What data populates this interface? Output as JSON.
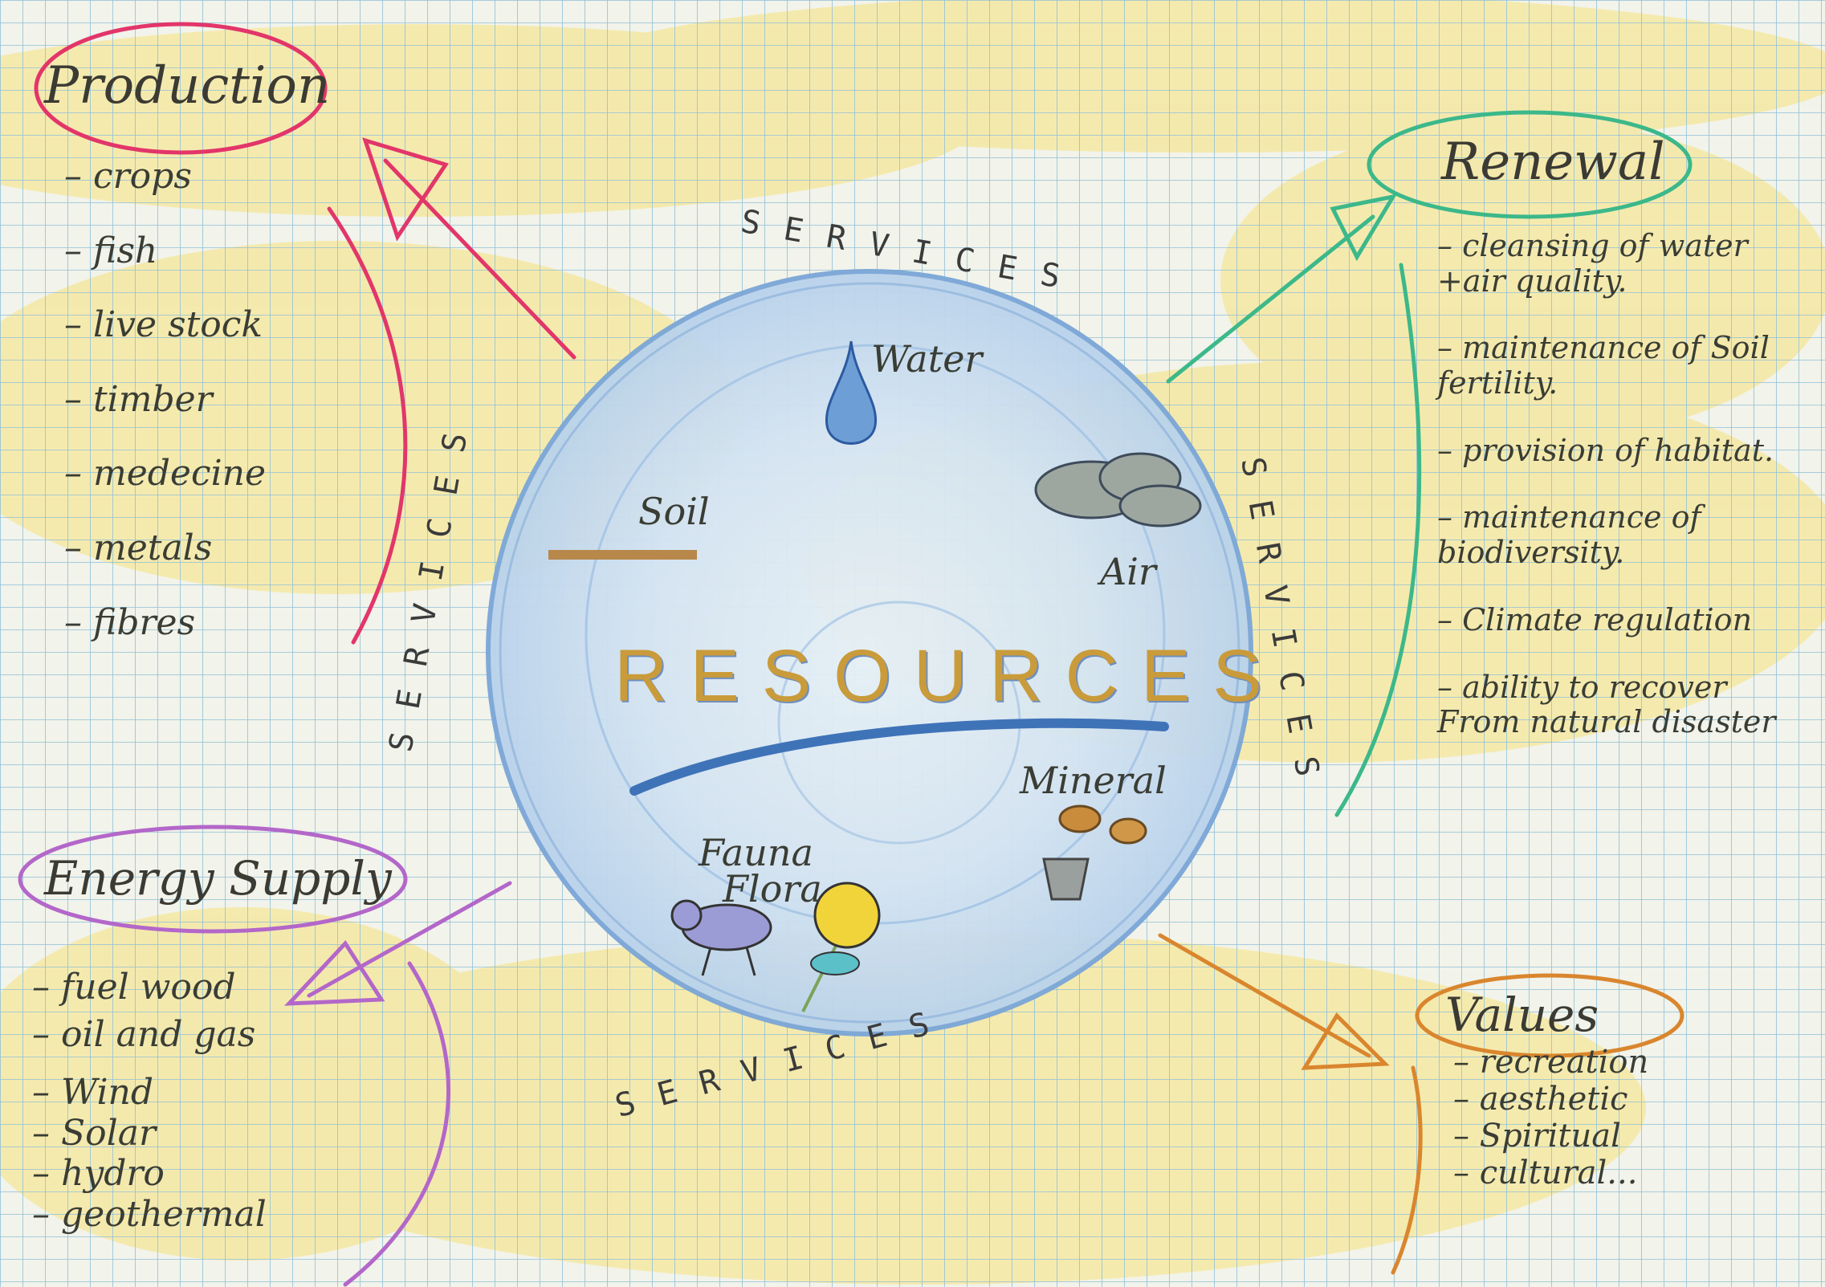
{
  "center": {
    "title": "RESOURCES",
    "resources": [
      "Water",
      "Soil",
      "Air",
      "Mineral",
      "Fauna",
      "Flora"
    ],
    "ring_text": [
      "SERVICES",
      "SERVICES",
      "SERVICES",
      "SERVICES"
    ]
  },
  "production": {
    "title": "Production",
    "items": [
      "crops",
      "fish",
      "live stock",
      "timber",
      "medecine",
      "metals",
      "fibres"
    ]
  },
  "renewal": {
    "title": "Renewal",
    "items": [
      "cleansing of water +air quality.",
      "maintenance of Soil fertility.",
      "provision of habitat.",
      "maintenance of biodiversity.",
      "Climate regulation",
      "ability to recover From natural disaster"
    ]
  },
  "energy": {
    "title": "Energy Supply",
    "items": [
      "fuel wood",
      "oil and gas",
      "Wind",
      "Solar",
      "hydro",
      "geothermal"
    ]
  },
  "values": {
    "title": "Values",
    "items": [
      "recreation",
      "aesthetic",
      "Spiritual",
      "cultural..."
    ]
  },
  "colors": {
    "production": "#e2366a",
    "renewal": "#3cb88a",
    "energy": "#b367c9",
    "values": "#d9862e",
    "circle": "#7aa6d8",
    "highlight": "#f3e27a"
  }
}
